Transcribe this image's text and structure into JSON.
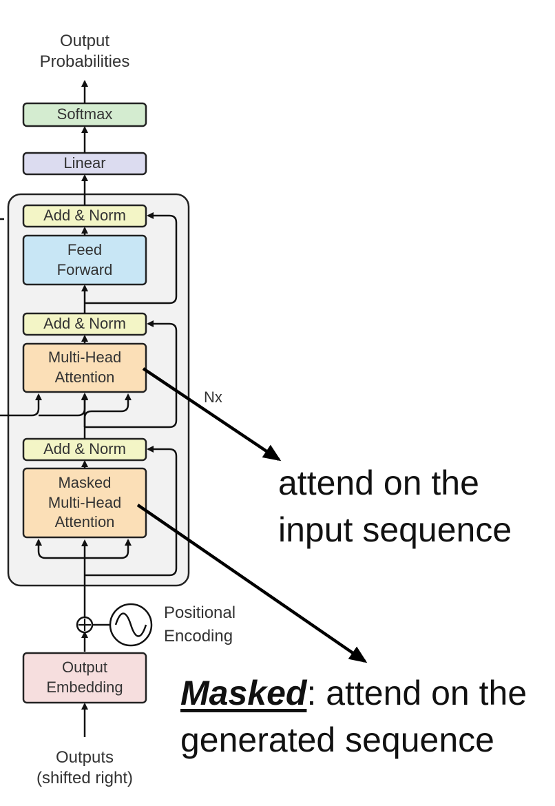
{
  "diagram": {
    "top_label_line1": "Output",
    "top_label_line2": "Probabilities",
    "softmax": "Softmax",
    "linear": "Linear",
    "add_norm_1": "Add & Norm",
    "feed_forward_line1": "Feed",
    "feed_forward_line2": "Forward",
    "add_norm_2": "Add & Norm",
    "mha_line1": "Multi-Head",
    "mha_line2": "Attention",
    "nx": "Nx",
    "add_norm_3": "Add & Norm",
    "masked_line1": "Masked",
    "masked_line2": "Multi-Head",
    "masked_line3": "Attention",
    "pos_enc_line1": "Positional",
    "pos_enc_line2": "Encoding",
    "embedding_line1": "Output",
    "embedding_line2": "Embedding",
    "bottom_label_line1": "Outputs",
    "bottom_label_line2": "(shifted right)"
  },
  "annotations": {
    "attend_input_line1": "attend on the",
    "attend_input_line2": "input sequence",
    "masked_word": "Masked",
    "masked_rest": ": attend on the",
    "masked_line2": "generated sequence"
  },
  "colors": {
    "softmax": "#d4ecd0",
    "linear": "#dcdcf0",
    "add_norm": "#f3f5c6",
    "feed_forward": "#c8e6f5",
    "attention": "#fbdfb7",
    "embedding": "#f6dede",
    "stack_bg": "#f2f2f2"
  }
}
